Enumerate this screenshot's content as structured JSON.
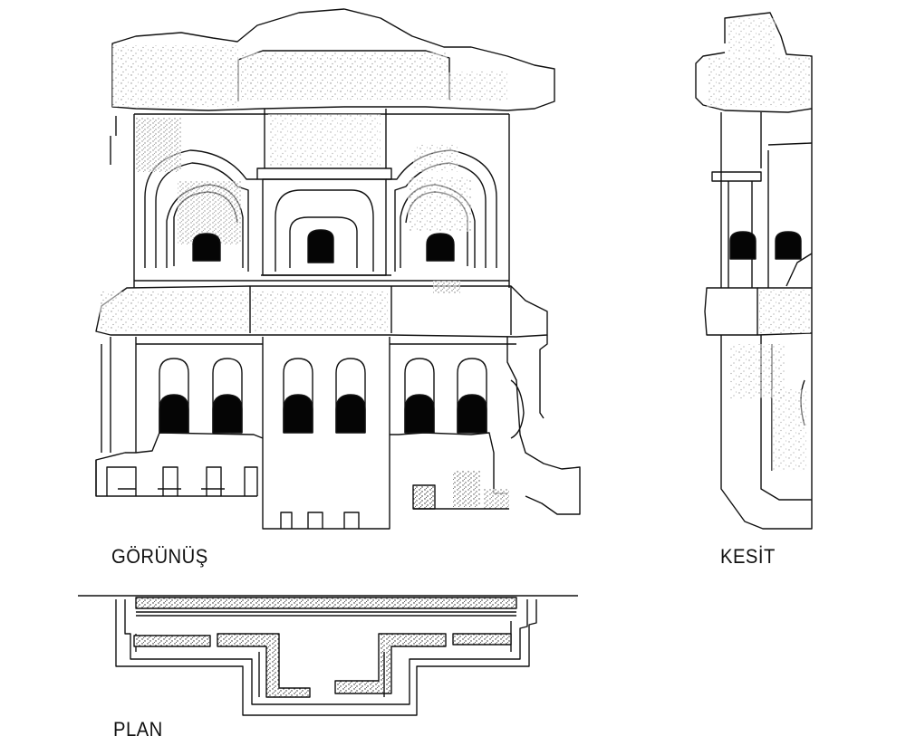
{
  "labels": {
    "elevation": "GÖRÜNÜŞ",
    "section": "KESİT",
    "plan": "PLAN"
  },
  "colors": {
    "line": "#111111",
    "fill_dark": "#050505",
    "stipple": "#333333",
    "background": "#ffffff"
  }
}
